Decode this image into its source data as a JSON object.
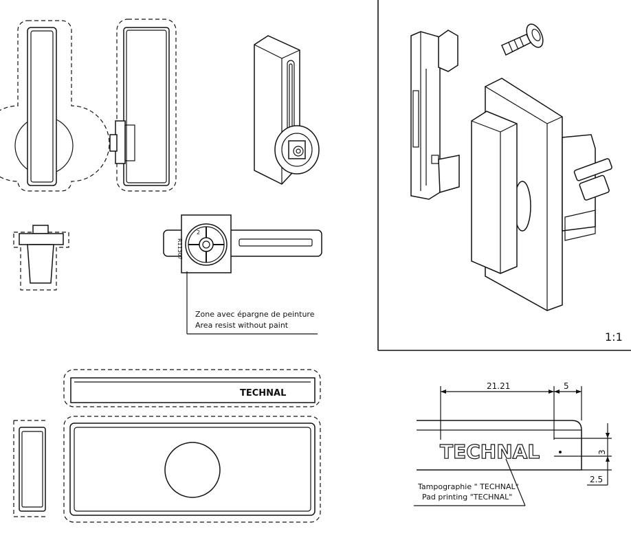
{
  "notes": {
    "zone_fr": "Zone avec épargne de peinture",
    "zone_en": "Area resist without paint",
    "pad_fr": "Tampographie \" TECHNAL\"",
    "pad_en": "Pad printing \"TECHNAL\""
  },
  "brand": {
    "logo_small": "TECHNAL",
    "logo_large": "TECHNAL"
  },
  "part_marking": "R11307",
  "knob_mark": "2",
  "scale": "1:1",
  "dimensions": {
    "logo_width": "21.21",
    "end_offset": "5",
    "logo_height": "3",
    "edge_offset": "2.5"
  }
}
